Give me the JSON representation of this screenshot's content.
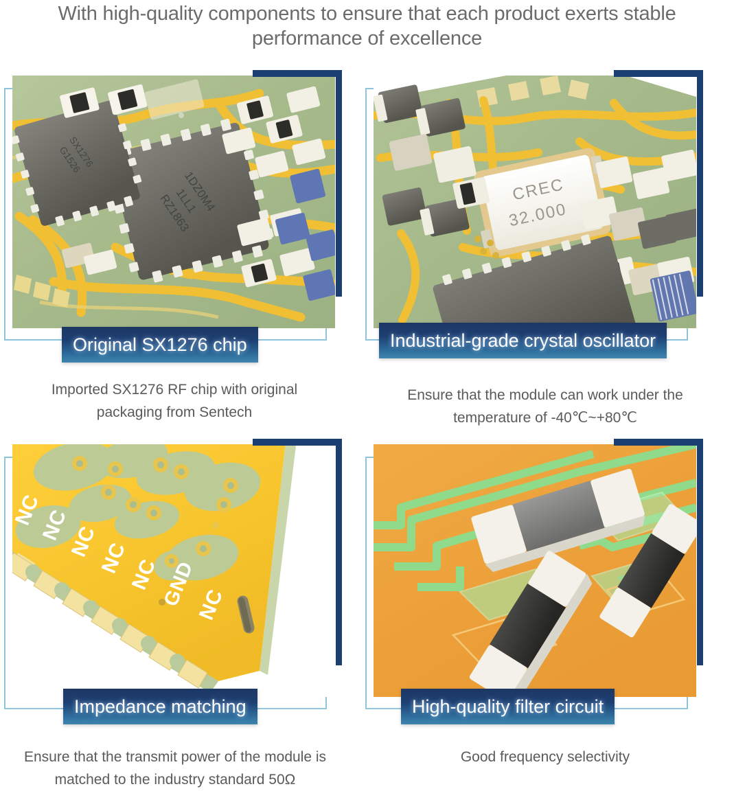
{
  "headline": {
    "line1": "With high-quality components to ensure that each product exerts stable",
    "line2": "performance of excellence"
  },
  "colors": {
    "banner_top": "#1d3763",
    "banner_bottom": "#3f86ae",
    "frame_line": "#8fc4dd",
    "corner_accent": "#1c3f72",
    "headline_text": "#6b6b6b",
    "caption_text": "#5a5a5a",
    "pcb_green": "#a9bd8e",
    "pcb_yellow": "#f0c03a",
    "pcb_orange": "#eda43b",
    "trace_green": "#8ed98a",
    "chip_dark": "#6d6d68"
  },
  "panels": [
    {
      "id": "original-sx1276-chip",
      "banner": "Original SX1276 chip",
      "caption_line1": "Imported SX1276 RF chip with original",
      "caption_line2": "packaging from Sentech",
      "photo": {
        "name": "pcb-sx1276-chip-photo",
        "alt": "Close-up of green PCB with yellow traces and two dark QFN chips",
        "chip_marks": [
          "1DZ0M4",
          "1LL1",
          "RZ1863",
          "SX1276",
          "G1526"
        ]
      }
    },
    {
      "id": "industrial-grade-crystal-oscillator",
      "banner": "Industrial-grade crystal oscillator",
      "caption_line1": "Ensure that the module can work under the",
      "caption_line2": "temperature of -40℃~+80℃",
      "photo": {
        "name": "pcb-crystal-oscillator-photo",
        "alt": "Close-up of PCB showing a white ceramic crystal oscillator",
        "crystal_mark_line1": "CREC",
        "crystal_mark_line2": "32.000"
      }
    },
    {
      "id": "impedance-matching",
      "banner": "Impedance matching",
      "caption_line1": "Ensure that the transmit power of the module is",
      "caption_line2": "matched to the industry standard 50Ω",
      "photo": {
        "name": "pcb-castellated-edge-photo",
        "alt": "Yellow PCB corner with castellated edge pads and silkscreen pin labels",
        "pin_labels": [
          "NC",
          "NC",
          "NC",
          "NC",
          "NC",
          "GND",
          "NC"
        ]
      }
    },
    {
      "id": "high-quality-filter-circuit",
      "banner": "High-quality filter circuit",
      "caption_line1": "Good frequency selectivity",
      "caption_line2": "",
      "photo": {
        "name": "pcb-filter-components-photo",
        "alt": "Orange PCB with green traces and three SMD filter components"
      }
    }
  ]
}
